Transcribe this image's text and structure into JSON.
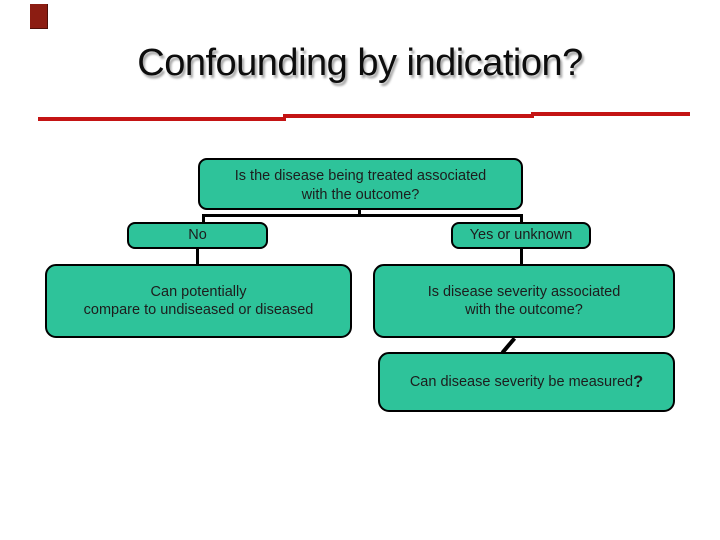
{
  "slide": {
    "title": "Confounding by indication?"
  },
  "flowchart": {
    "root_question": {
      "line1": "Is the disease being treated associated",
      "line2": "with the outcome?"
    },
    "branch_no": {
      "label": "No"
    },
    "branch_yes": {
      "label": "Yes or unknown"
    },
    "no_outcome": {
      "line1": "Can potentially",
      "line2": "compare to undiseased or diseased"
    },
    "severity_question": {
      "line1": "Is disease severity associated",
      "line2": "with the outcome?"
    },
    "measure_question": {
      "text": "Can disease severity be measured",
      "question_mark": "?"
    }
  },
  "theme": {
    "node_fill": "#2ec39a",
    "node_border": "#000000",
    "accent_red": "#c41414",
    "corner_red": "#8c1d12",
    "text_color": "#1d1d1d"
  }
}
